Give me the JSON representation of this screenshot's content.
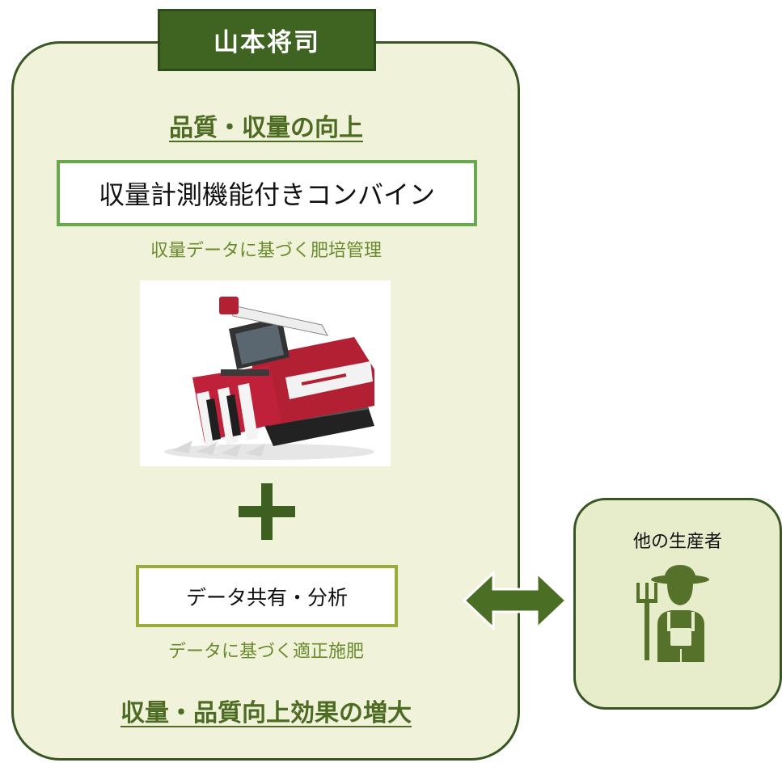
{
  "header": {
    "name": "山本将司"
  },
  "main": {
    "heading_top": "品質・収量の向上",
    "combine_label": "収量計測機能付きコンバイン",
    "combine_caption": "収量データに基づく肥培管理",
    "data_label": "データ共有・分析",
    "data_caption": "データに基づく適正施肥",
    "heading_bottom": "収量・品質向上効果の増大"
  },
  "side": {
    "title": "他の生産者"
  },
  "icons": {
    "plus": "plus-icon",
    "arrow": "double-arrow-icon",
    "farmer": "farmer-icon",
    "combine": "combine-harvester-image"
  },
  "colors": {
    "panel_fill": "#f0f3d9",
    "panel_border": "#375623",
    "tab_fill": "#3f6321",
    "heading": "#4d6b22",
    "combine_box_border": "#6aa84f",
    "data_box_border": "#9aad3c",
    "caption": "#6a8a2e",
    "side_fill": "#e7edca",
    "icon": "#3d5f1f"
  }
}
